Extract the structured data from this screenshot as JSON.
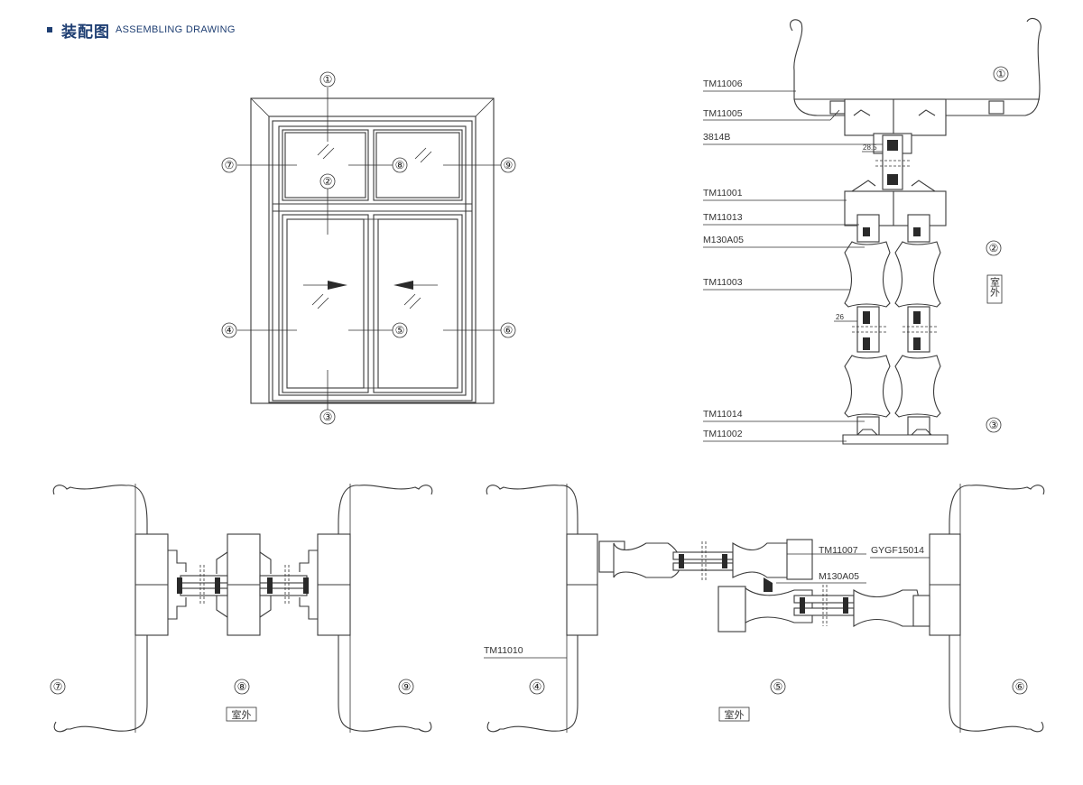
{
  "header": {
    "title_zh": "装配图",
    "title_en": "ASSEMBLING DRAWING"
  },
  "markers": [
    "①",
    "②",
    "③",
    "④",
    "⑤",
    "⑥",
    "⑦",
    "⑧",
    "⑨"
  ],
  "parts": {
    "tm11006": "TM11006",
    "tm11005": "TM11005",
    "p3814b": "3814B",
    "tm11001": "TM11001",
    "tm11013": "TM11013",
    "m130a05": "M130A05",
    "tm11003": "TM11003",
    "tm11014": "TM11014",
    "tm11002": "TM11002",
    "tm11007": "TM11007",
    "gygf15014": "GYGF15014",
    "m130a05b": "M130A05",
    "tm11010": "TM11010"
  },
  "dimensions": {
    "d1": "28.5",
    "d2": "26"
  },
  "exterior_label": "室外"
}
